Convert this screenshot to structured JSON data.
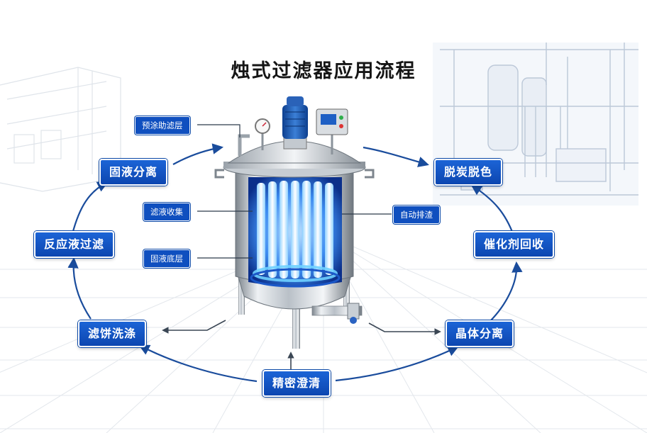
{
  "title": "烛式过滤器应用流程",
  "cycle_steps": [
    {
      "key": "solid-liquid-separation",
      "label": "固液分离"
    },
    {
      "key": "decarbonization-decolorization",
      "label": "脱炭脱色"
    },
    {
      "key": "catalyst-recovery",
      "label": "催化剂回收"
    },
    {
      "key": "crystal-separation",
      "label": "晶体分离"
    },
    {
      "key": "precision-clarification",
      "label": "精密澄清"
    },
    {
      "key": "cake-washing",
      "label": "滤饼洗涤"
    },
    {
      "key": "reaction-liquid-filtration",
      "label": "反应液过滤"
    }
  ],
  "callouts": {
    "precoat": "预涂助滤层",
    "filtrate_collection": "滤液收集",
    "solid_bottom": "固液底层",
    "auto_discharge": "自动排渣"
  },
  "colors": {
    "accent": "#0f4fbf",
    "arrow": "#1a4c9c",
    "glow": "#3aa0ff"
  }
}
